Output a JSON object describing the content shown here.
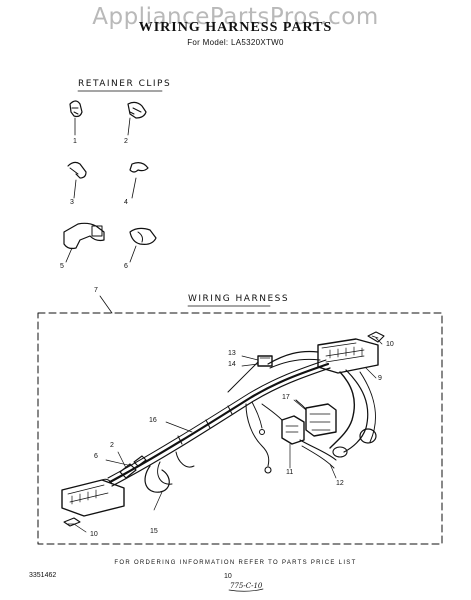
{
  "watermark": "AppliancePartsPros.com",
  "title": "WIRING HARNESS PARTS",
  "subtitle": "For Model: LA5320XTW0",
  "sections": {
    "retainer_clips": "RETAINER CLIPS",
    "wiring_harness": "WIRING HARNESS"
  },
  "callouts": {
    "c1": "1",
    "c2": "2",
    "c3": "3",
    "c4": "4",
    "c5": "5",
    "c6": "6",
    "c7": "7",
    "h13": "13",
    "h14": "14",
    "h10a": "10",
    "h9": "9",
    "h17": "17",
    "h16": "16",
    "h2": "2",
    "h6": "6",
    "h11": "11",
    "h12": "12",
    "h15": "15",
    "h10b": "10"
  },
  "footer": {
    "ordering_note": "FOR ORDERING INFORMATION REFER TO PARTS PRICE LIST",
    "doc_number": "3351462",
    "page_number": "10",
    "handwritten_note": "775-C-10"
  }
}
